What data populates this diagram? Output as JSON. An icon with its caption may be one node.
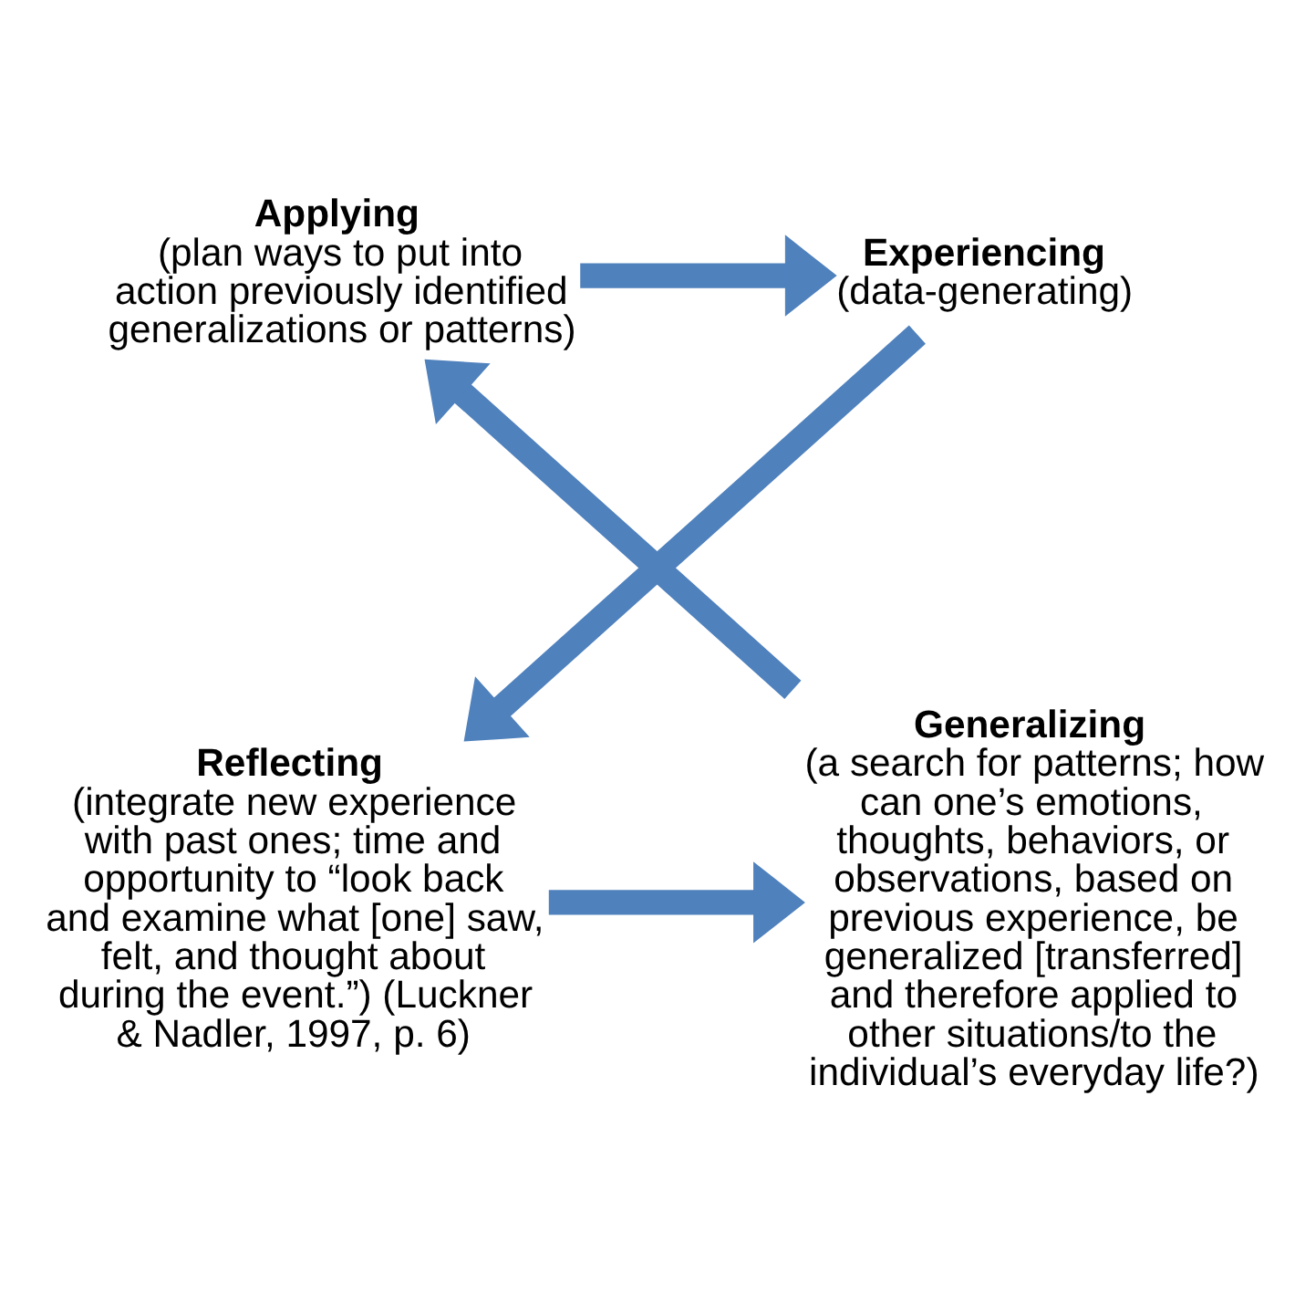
{
  "diagram": {
    "nodes": [
      {
        "text": [
          "Applying",
          "(plan ways to put into action previously identified generalizations or patterns)"
        ]
      },
      {
        "text": [
          "Experiencing",
          "(data-generating)"
        ]
      },
      {
        "text": [
          "Reflecting",
          "(integrate new experience with past ones; time and opportunity to “look back and examine what [one] saw, felt, and thought about during the event.”) (Luckner & Nadler, 1997, p. 6)"
        ]
      },
      {
        "text": [
          "Generalizing",
          "(a search for patterns; how can one’s emotions, thoughts, behaviors, or observations, based on previous experience, be generalized [transferred] and therefore applied to other situations/to the individual’s everyday life?)"
        ]
      }
    ],
    "edges": [
      {
        "from": 0,
        "to": 1,
        "arrow": "to"
      },
      {
        "from": 1,
        "to": 2,
        "arrow": "to"
      },
      {
        "from": 2,
        "to": 3,
        "arrow": "to"
      },
      {
        "from": 3,
        "to": 0,
        "arrow": "to"
      }
    ]
  }
}
